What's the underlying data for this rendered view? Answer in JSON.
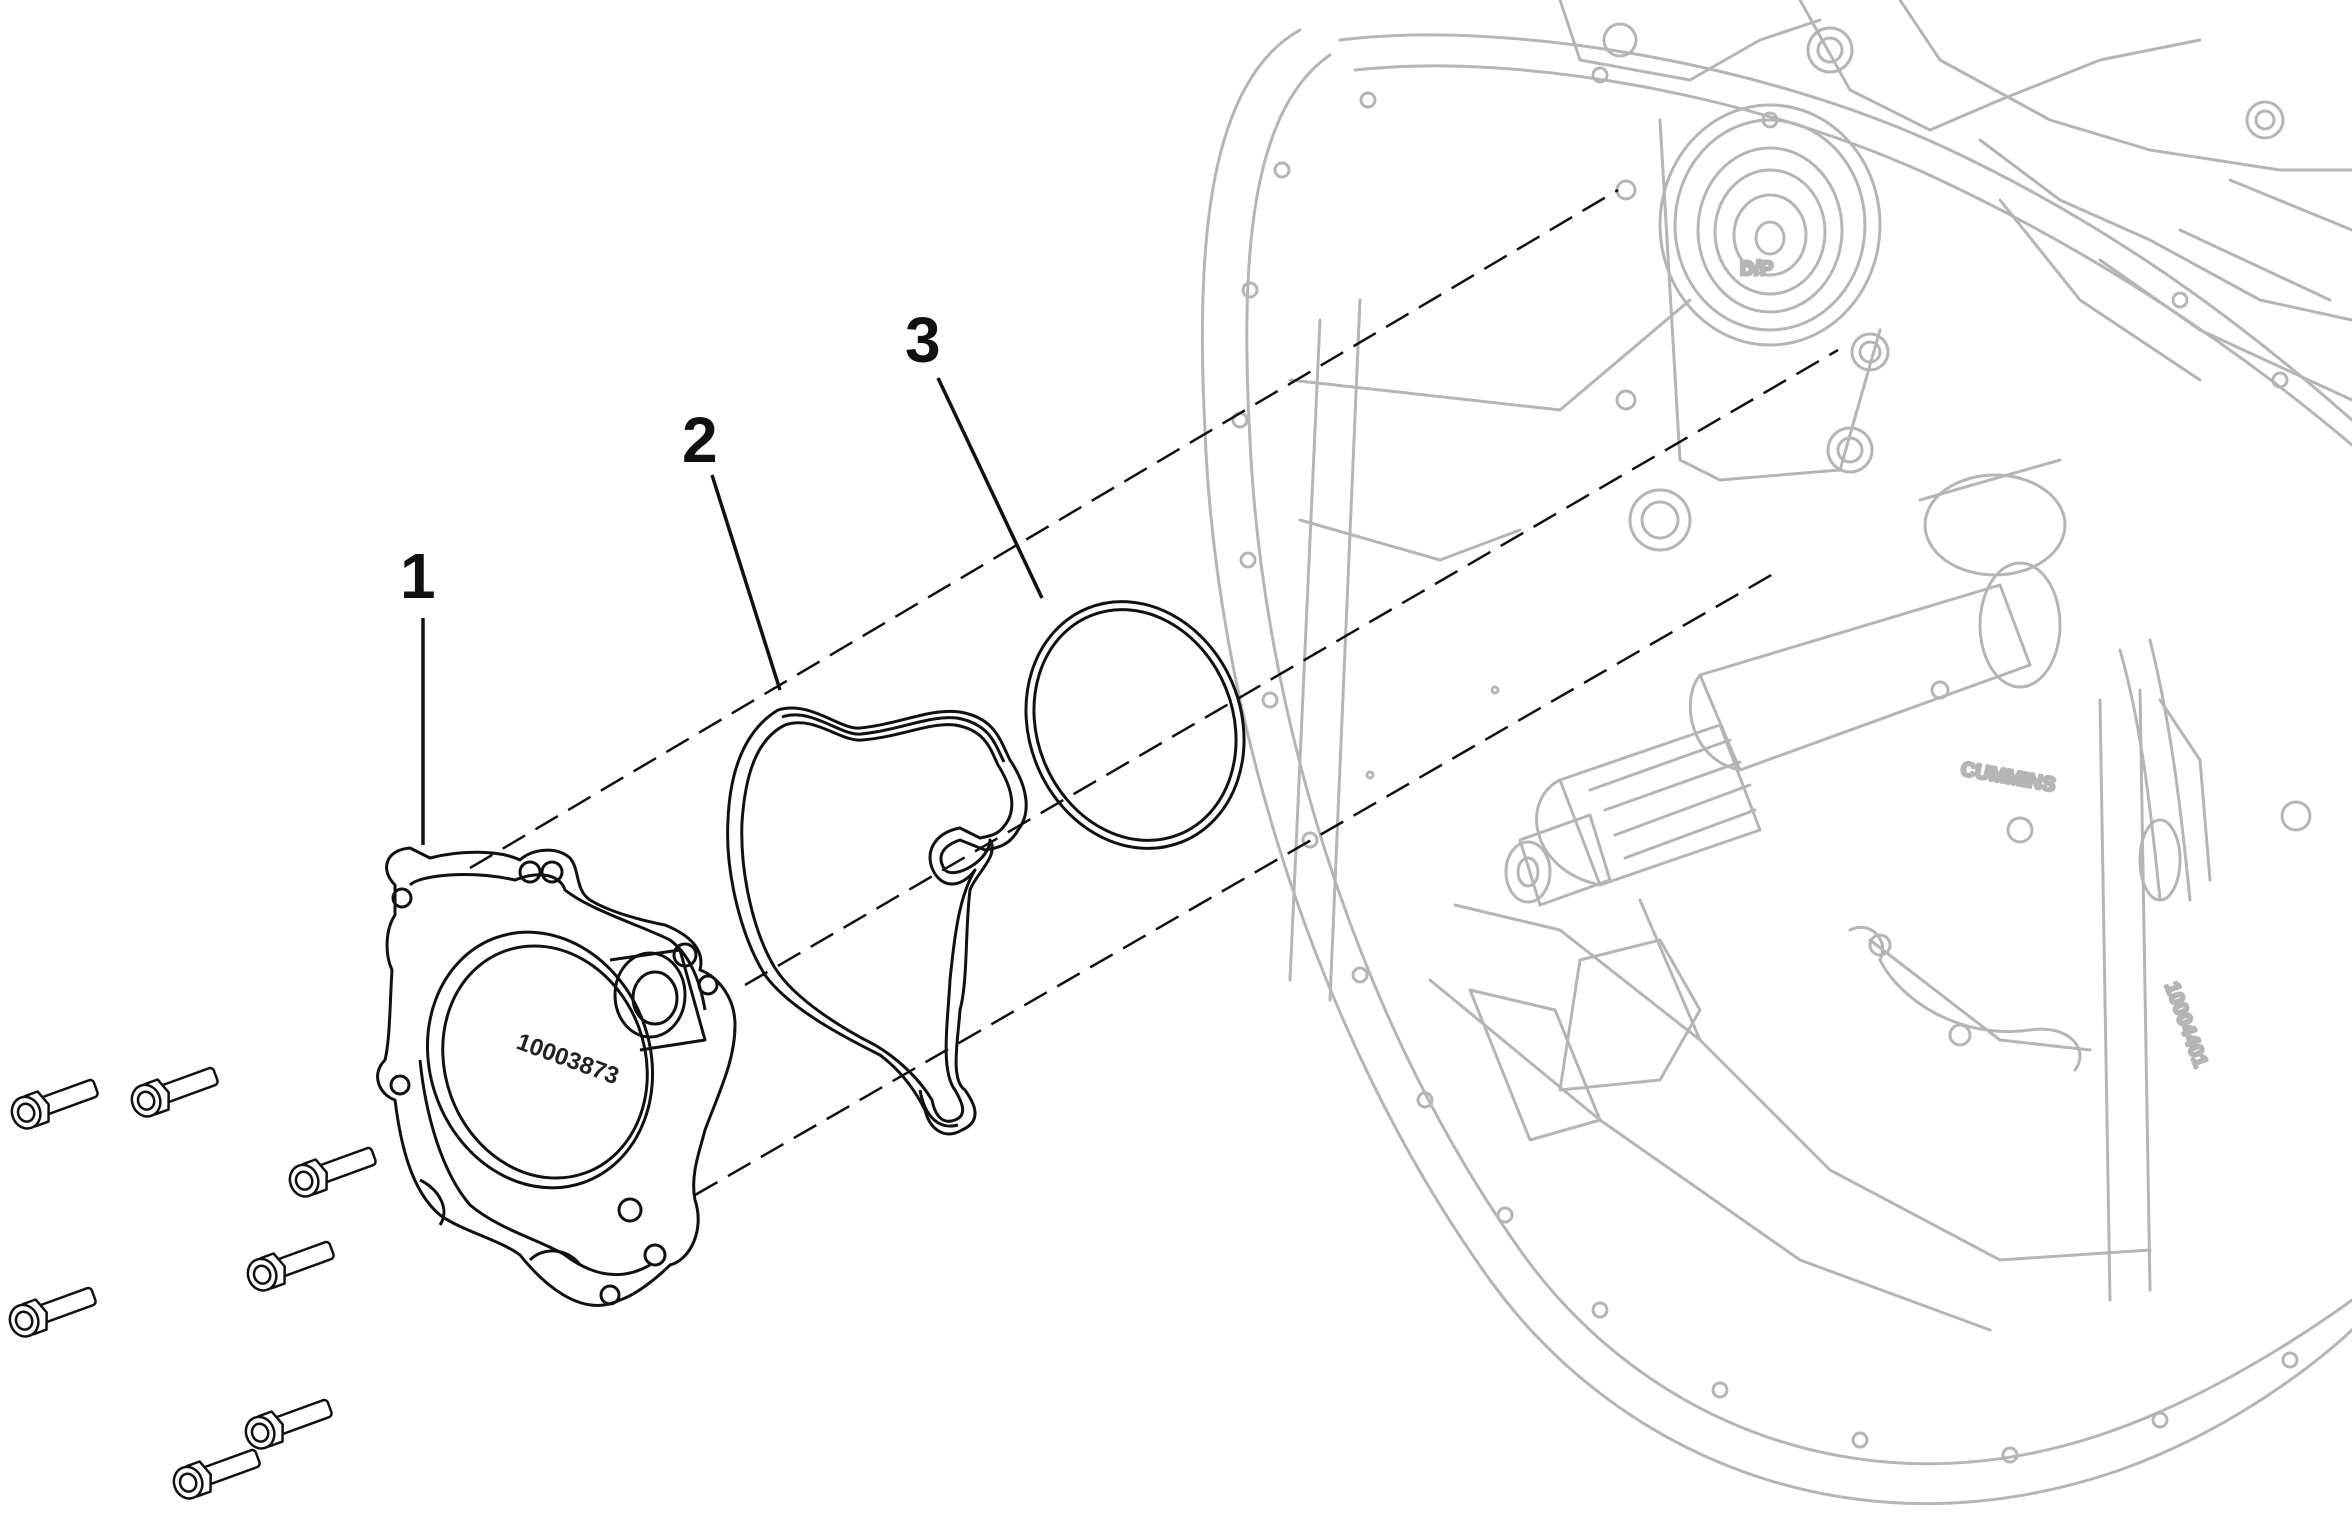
{
  "callouts": [
    {
      "id": "1",
      "label": "1"
    },
    {
      "id": "2",
      "label": "2"
    },
    {
      "id": "3",
      "label": "3"
    }
  ],
  "cover_part_number": "10003873",
  "housing_brand_text": "CUMMINS",
  "housing_part_number": "10004401",
  "colors": {
    "foreground_ink": "#111111",
    "background_ink": "#b5b5b5",
    "background": "#ffffff"
  }
}
